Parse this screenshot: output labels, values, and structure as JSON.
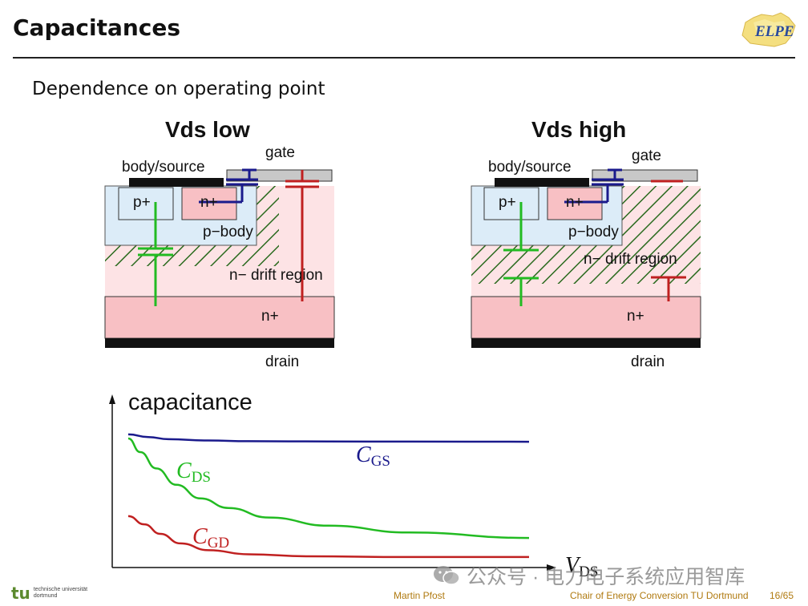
{
  "slide": {
    "title": "Capacitances",
    "subtitle": "Dependence on operating point",
    "logo_text": "ELPE"
  },
  "diagram_low": {
    "heading": "Vds low",
    "gate": "gate",
    "body_source": "body/source",
    "p_plus": "p+",
    "n_plus_source": "n+",
    "p_body": "p−body",
    "drift": "n− drift region",
    "n_plus": "n+",
    "drain": "drain"
  },
  "diagram_high": {
    "heading": "Vds high",
    "gate": "gate",
    "body_source": "body/source",
    "p_plus": "p+",
    "n_plus_source": "n+",
    "p_body": "p−body",
    "drift": "n− drift region",
    "n_plus": "n+",
    "drain": "drain"
  },
  "colors": {
    "cgs": "#1a1a8c",
    "cds": "#22bb22",
    "cgd": "#c02020",
    "p_region": "#dcecf8",
    "n_region": "#f8c0c4",
    "drift_region": "#fde3e5",
    "gate_fill": "#c8c8c8",
    "hatch": "#2a6a1e"
  },
  "chart_data": {
    "type": "line",
    "title": "capacitance",
    "xlabel_main": "V",
    "xlabel_sub": "DS",
    "ylabel": "",
    "series": [
      {
        "name_main": "C",
        "name_sub": "GS",
        "color": "#1a1a8c",
        "x": [
          0.0,
          0.05,
          0.1,
          0.2,
          0.3,
          0.5,
          0.7,
          1.0
        ],
        "y": [
          0.93,
          0.91,
          0.895,
          0.885,
          0.88,
          0.878,
          0.877,
          0.876
        ]
      },
      {
        "name_main": "C",
        "name_sub": "DS",
        "color": "#22bb22",
        "x": [
          0.0,
          0.03,
          0.07,
          0.12,
          0.18,
          0.25,
          0.35,
          0.5,
          0.7,
          1.0
        ],
        "y": [
          0.9,
          0.8,
          0.68,
          0.56,
          0.46,
          0.39,
          0.32,
          0.26,
          0.21,
          0.17
        ]
      },
      {
        "name_main": "C",
        "name_sub": "GD",
        "color": "#c02020",
        "x": [
          0.0,
          0.04,
          0.08,
          0.13,
          0.2,
          0.3,
          0.45,
          0.7,
          1.0
        ],
        "y": [
          0.33,
          0.27,
          0.2,
          0.13,
          0.08,
          0.05,
          0.035,
          0.03,
          0.03
        ]
      }
    ],
    "xlim": [
      0,
      1.2
    ],
    "ylim": [
      0,
      1.0
    ],
    "grid": false,
    "legend": "inline"
  },
  "footer": {
    "author": "Martin Pfost",
    "chair": "Chair of Energy Conversion TU Dortmund",
    "page": "16/65",
    "tu_mark": "tu",
    "tu_line1": "technische universität",
    "tu_line2": "dortmund"
  },
  "watermark": {
    "text": "公众号 · 电力电子系统应用智库"
  }
}
